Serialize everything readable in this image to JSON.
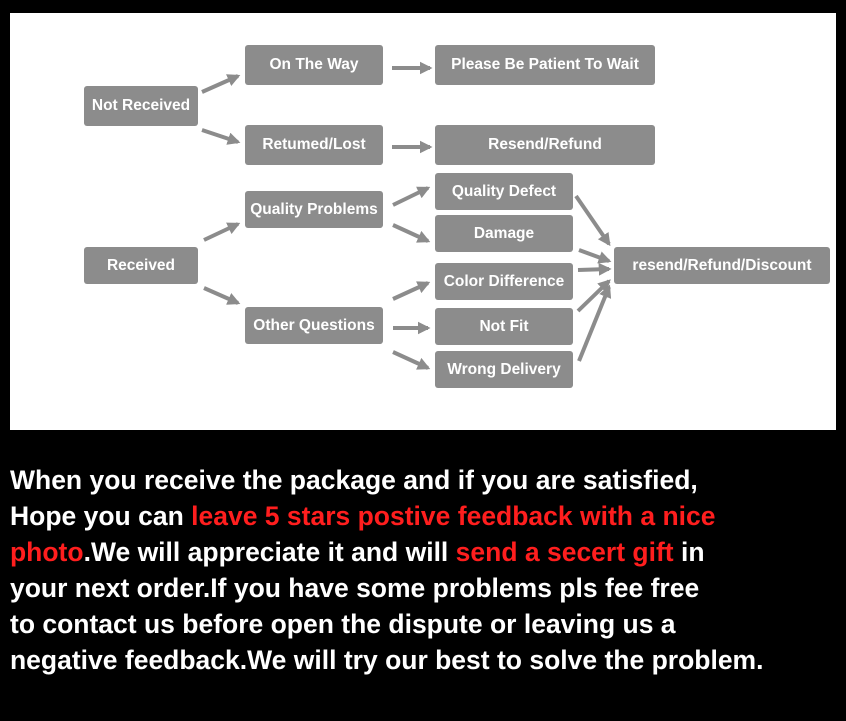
{
  "diagram": {
    "nodes": {
      "not_received": "Not Received",
      "on_the_way": "On The Way",
      "please_wait": "Please Be Patient To Wait",
      "returned_lost": "Retumed/Lost",
      "resend_refund": "Resend/Refund",
      "received": "Received",
      "quality_problems": "Quality Problems",
      "other_questions": "Other Questions",
      "quality_defect": "Quality Defect",
      "damage": "Damage",
      "color_difference": "Color Difference",
      "not_fit": "Not Fit",
      "wrong_delivery": "Wrong Delivery",
      "resend_refund_discount": "resend/Refund/Discount"
    },
    "colors": {
      "node_fill": "#8c8c8c",
      "arrow": "#8c8c8c",
      "node_text": "#ffffff"
    }
  },
  "caption": {
    "l1": "When you receive the package and if you are satisfied,",
    "l2a": "Hope you can ",
    "l2b": "leave 5 stars postive feedback with a nice",
    "l3a": "photo",
    "l3b": ".We will appreciate it and will ",
    "l3c": "send a secert gift",
    "l3d": " in",
    "l4": "your next order.If you have some problems pls fee free",
    "l5": "to contact us before open the dispute or leaving us a",
    "l6": "negative feedback.We will try our best to solve the problem.",
    "colors": {
      "text": "#ffffff",
      "highlight": "#ff1e1e",
      "background": "#000000"
    }
  }
}
